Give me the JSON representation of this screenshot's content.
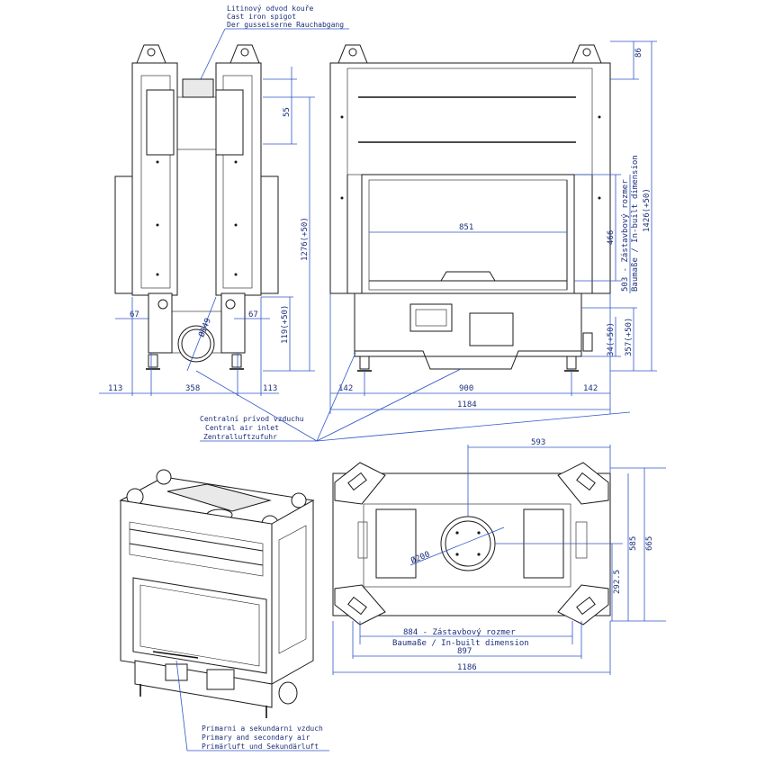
{
  "notes": {
    "spigot": [
      "Litinový odvod kouře",
      "Cast iron spigot",
      "Der gusseiserne Rauchabgang"
    ],
    "central_air": [
      "Centralní prívod vzduchu",
      "Central air inlet",
      "Zentralluftzufuhr"
    ],
    "primary_air": [
      "Primarni a sekundarni vzduch",
      "Primary and secondary air",
      "Primärluft und Sekundärluft"
    ]
  },
  "side_view": {
    "dims": {
      "spigot_height": "55",
      "height": "1276(+50)",
      "air_inlet_height": "119(+50)",
      "air_inlet_dia": "Ø149",
      "offset_left": "67",
      "offset_right": "67",
      "foot_left": "113",
      "width": "358",
      "foot_right": "113"
    }
  },
  "front_view": {
    "dims": {
      "top": "86",
      "glass_width": "851",
      "glass_height": "466",
      "build_height_label": "503 - Zástavbový rozmer",
      "build_height_label_2": "Baumaße / In-built dimension",
      "total_height": "1426(+50)",
      "lower_1": "34(+50)",
      "lower_2": "357(+50)",
      "leg_left": "142",
      "leg_span": "900",
      "leg_right": "142",
      "total_width": "1184"
    }
  },
  "top_view": {
    "dims": {
      "flue_offset": "593",
      "flue_dia": "Ø200",
      "depth_a": "292.5",
      "depth_b": "585",
      "depth_c": "665",
      "build_width_label": "884 - Zástavbový rozmer",
      "build_width_label_2": "Baumaße / In-built dimension",
      "base_width": "897",
      "total_width": "1186"
    }
  }
}
